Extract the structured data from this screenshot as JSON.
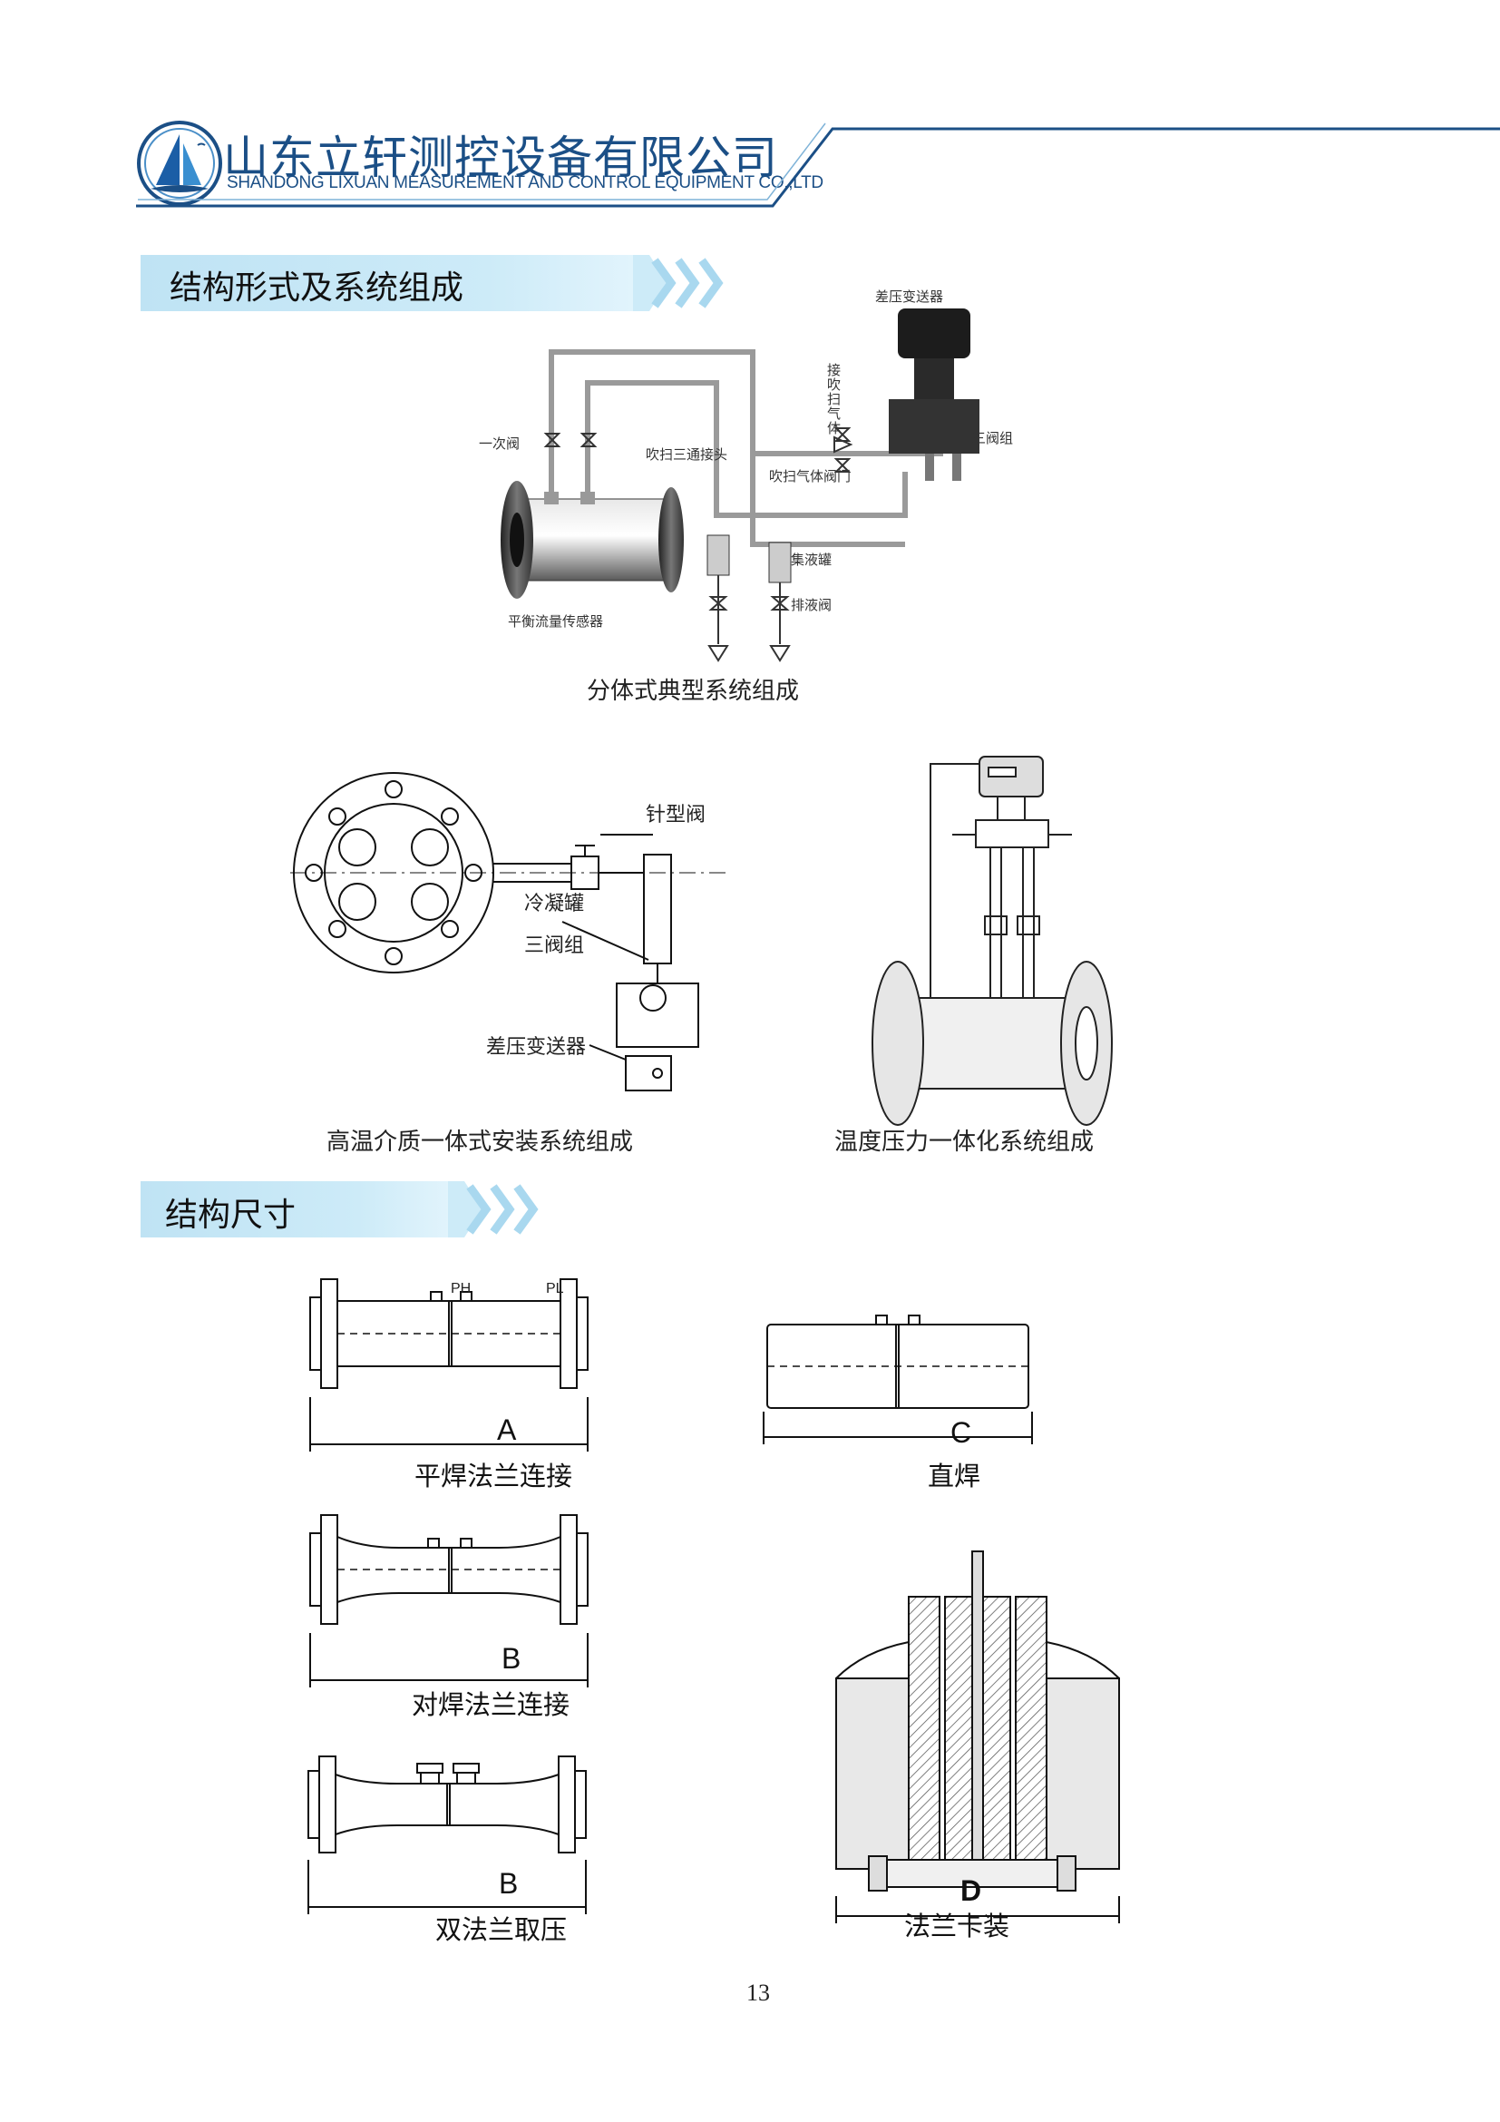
{
  "header": {
    "company_cn": "山东立轩测控设备有限公司",
    "company_en": "SHANDONG LIXUAN MEASUREMENT AND CONTROL EQUIPMENT CO.,LTD",
    "brand_color": "#1b4f86"
  },
  "section1": {
    "title": "结构形式及系统组成",
    "diagram1": {
      "caption": "分体式典型系统组成",
      "labels": {
        "dp_transmitter": "差压变送器",
        "purge_gas": "接吹扫气体",
        "three_valve": "三阀组",
        "primary_valve": "一次阀",
        "purge_tee": "吹扫三通接头",
        "purge_valve": "吹扫气体阀门",
        "sensor": "平衡流量传感器",
        "collector": "集液罐",
        "drain_valve": "排液阀"
      }
    },
    "diagram2": {
      "caption": "高温介质一体式安装系统组成",
      "labels": {
        "needle_valve": "针型阀",
        "condensate_tank": "冷凝罐",
        "three_valve": "三阀组",
        "dp_transmitter": "差压变送器"
      }
    },
    "diagram3": {
      "caption": "温度压力一体化系统组成"
    }
  },
  "section2": {
    "title": "结构尺寸",
    "items": [
      {
        "letter": "A",
        "caption": "平焊法兰连接",
        "ph": "PH",
        "pl": "PL"
      },
      {
        "letter": "C",
        "caption": "直焊"
      },
      {
        "letter": "B",
        "caption": "对焊法兰连接"
      },
      {
        "letter": "B",
        "caption": "双法兰取压"
      },
      {
        "letter": "D",
        "caption": "法兰卡装"
      }
    ]
  },
  "page_number": "13"
}
